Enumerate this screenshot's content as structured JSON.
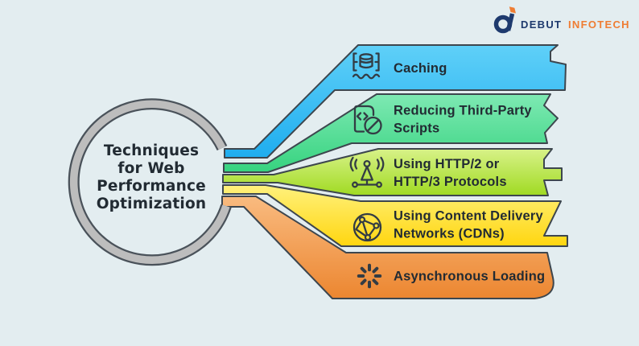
{
  "background": "#e3edf0",
  "theme": {
    "outline": "#3d464e",
    "icon_stroke": "#333c44",
    "text": "#222b33",
    "ring_fill": "#bdbdbd",
    "ring_outline": "#4a525a"
  },
  "logo": {
    "brand_primary": "DEBUT",
    "brand_secondary": "INFOTECH",
    "primary_color": "#1e3a6e",
    "secondary_color": "#ef7d33"
  },
  "center": {
    "title": "Techniques for Web Performance Optimization",
    "lines": [
      "Techniques",
      "for Web",
      "Performance",
      "Optimization"
    ]
  },
  "items": [
    {
      "label": "Caching",
      "line1": "Caching",
      "line2": "",
      "icon": "caching-icon",
      "color_top": "#5fd0f8",
      "color_bottom": "#1fadef"
    },
    {
      "label": "Reducing Third-Party Scripts",
      "line1": "Reducing Third-Party",
      "line2": "Scripts",
      "icon": "no-script-icon",
      "color_top": "#7ee9b3",
      "color_bottom": "#36d37f"
    },
    {
      "label": "Using HTTP/2 or HTTP/3 Protocols",
      "line1": "Using HTTP/2 or",
      "line2": "HTTP/3 Protocols",
      "icon": "antenna-icon",
      "color_top": "#d8f289",
      "color_bottom": "#a0da22"
    },
    {
      "label": "Using Content Delivery Networks (CDNs)",
      "line1": "Using Content Delivery",
      "line2": "Networks (CDNs)",
      "icon": "cdn-globe-icon",
      "color_top": "#fff17d",
      "color_bottom": "#ffd60f"
    },
    {
      "label": "Asynchronous Loading",
      "line1": "Asynchronous Loading",
      "line2": "",
      "icon": "spinner-icon",
      "color_top": "#f9bb80",
      "color_bottom": "#ec8630"
    }
  ]
}
